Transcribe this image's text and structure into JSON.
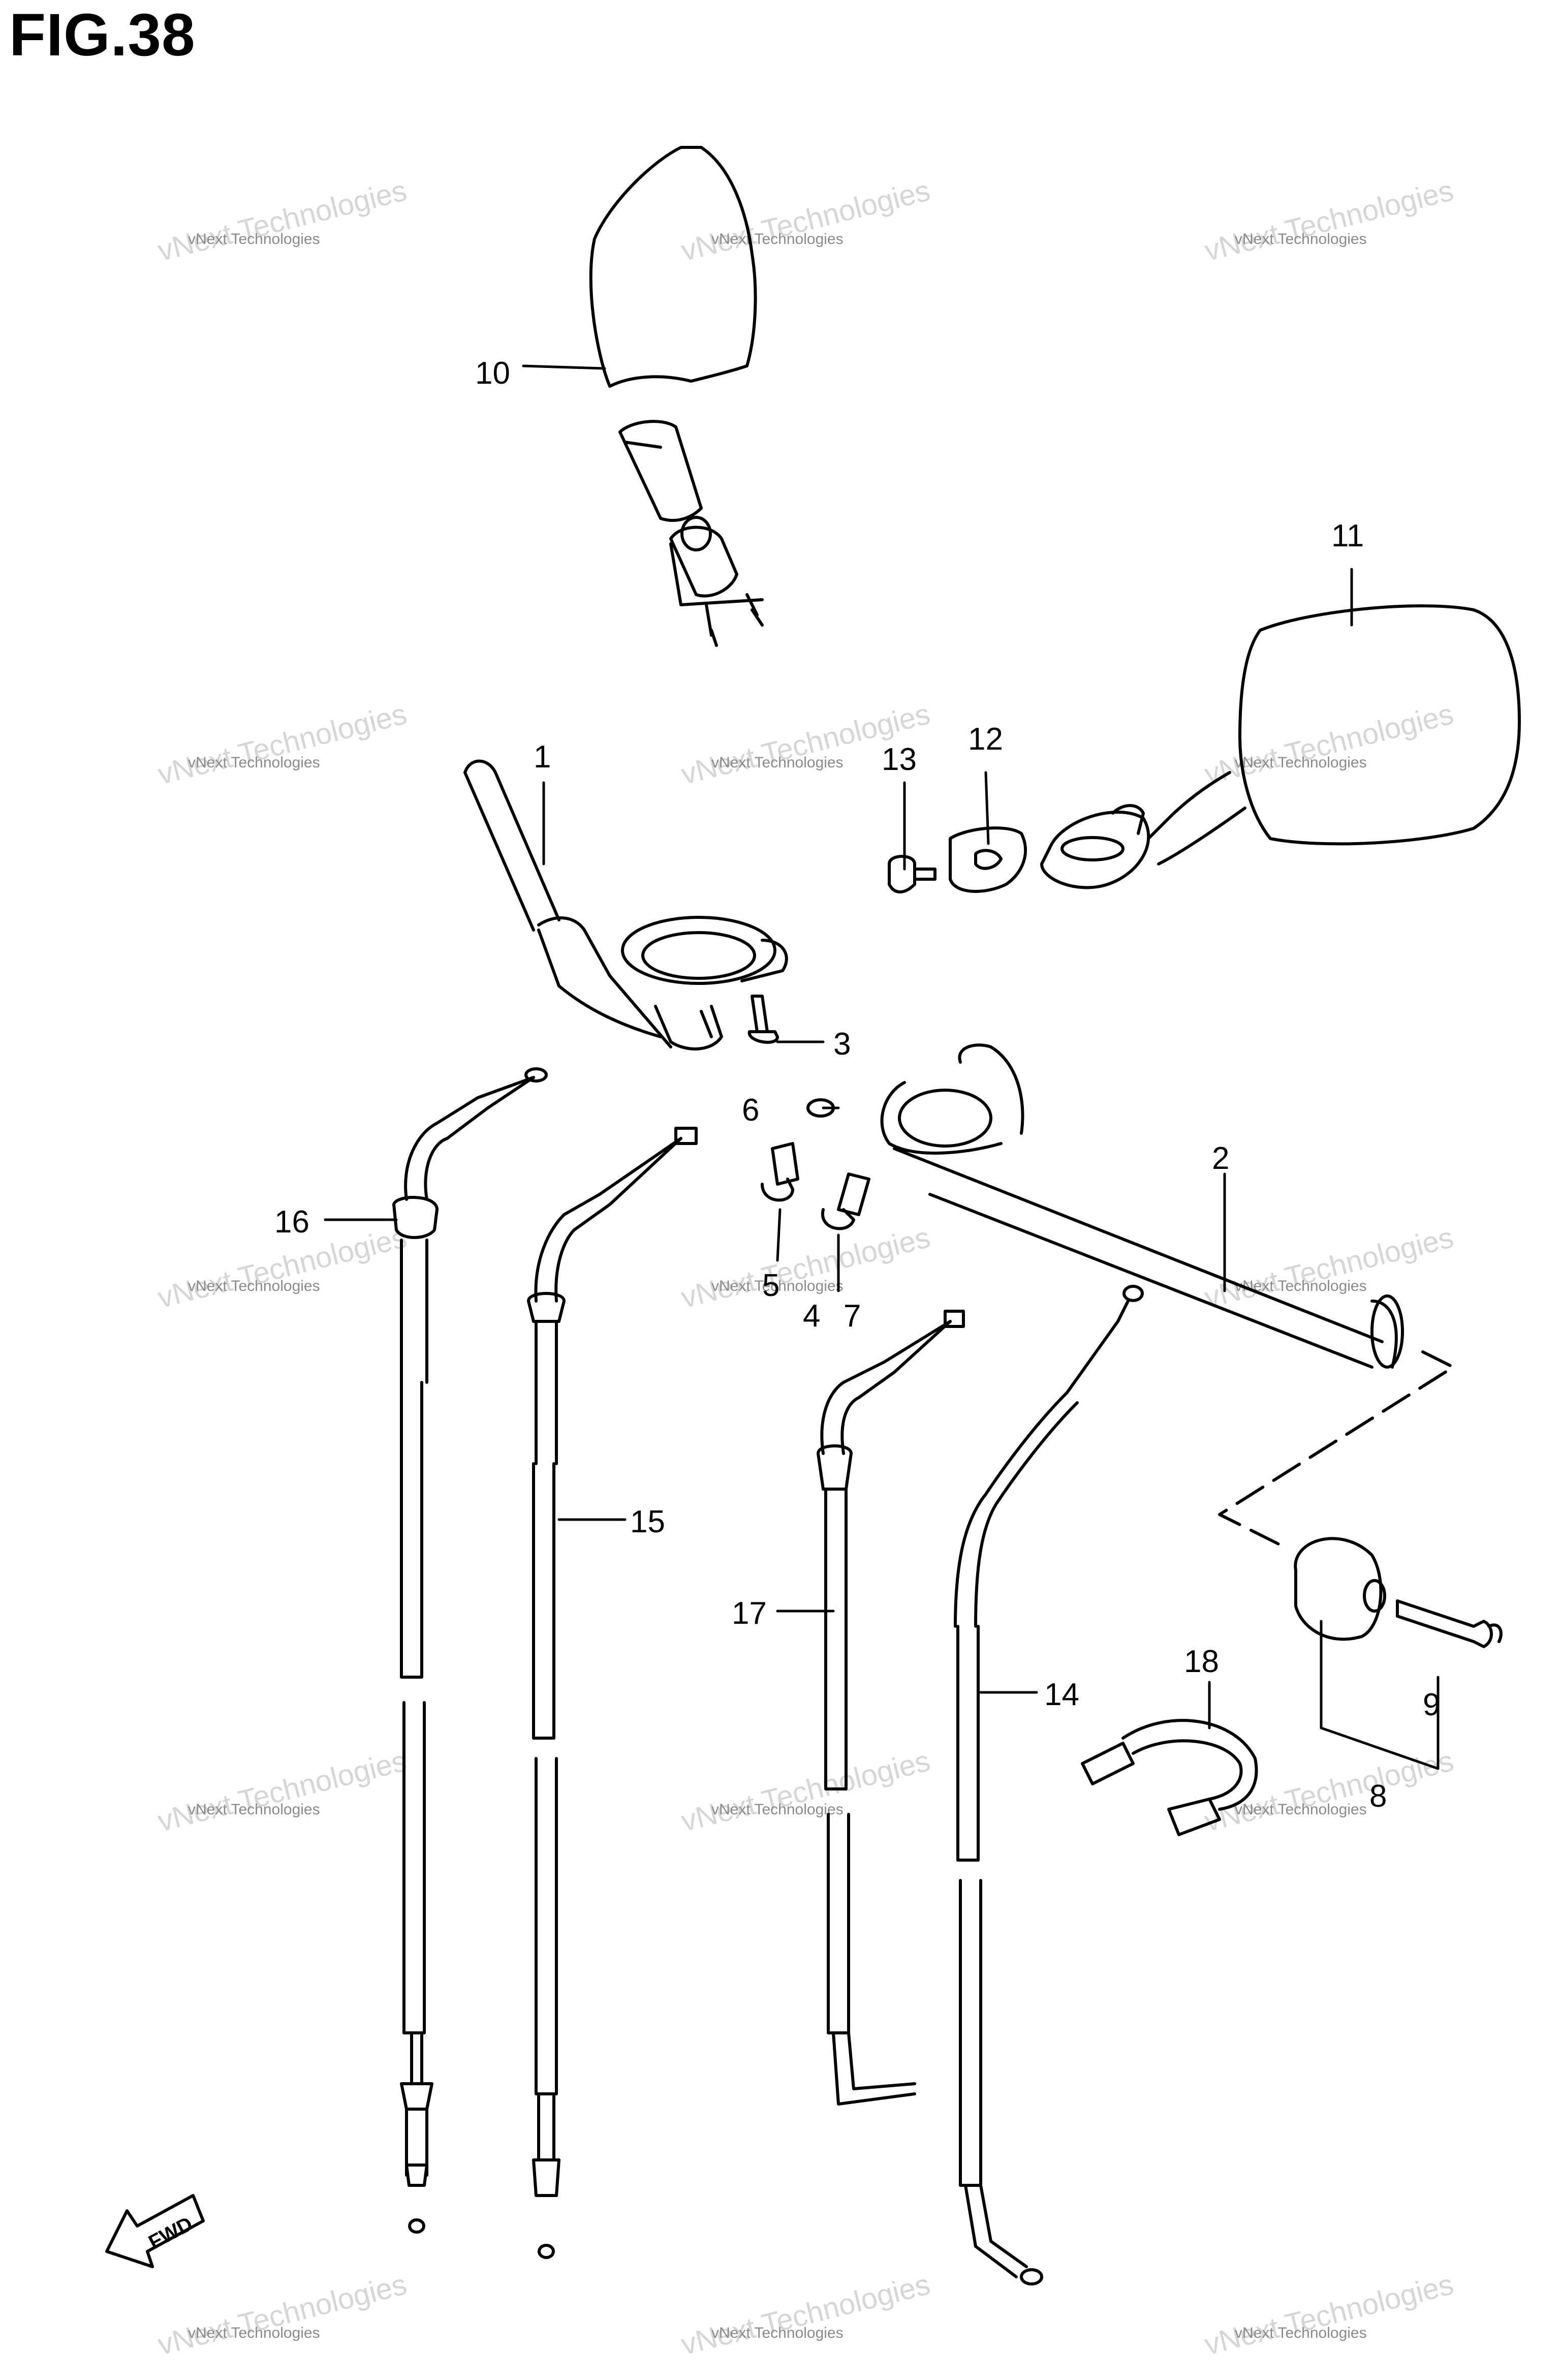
{
  "figure": {
    "title": "FIG.38"
  },
  "callouts": [
    {
      "id": "c1",
      "label": "1"
    },
    {
      "id": "c2",
      "label": "2"
    },
    {
      "id": "c3",
      "label": "3"
    },
    {
      "id": "c6",
      "label": "6"
    },
    {
      "id": "c5",
      "label": "5"
    },
    {
      "id": "c4",
      "label": "4"
    },
    {
      "id": "c7",
      "label": "7"
    },
    {
      "id": "c8",
      "label": "8"
    },
    {
      "id": "c9",
      "label": "9"
    },
    {
      "id": "c10",
      "label": "10"
    },
    {
      "id": "c11",
      "label": "11"
    },
    {
      "id": "c12",
      "label": "12"
    },
    {
      "id": "c13",
      "label": "13"
    },
    {
      "id": "c14",
      "label": "14"
    },
    {
      "id": "c15",
      "label": "15"
    },
    {
      "id": "c16",
      "label": "16"
    },
    {
      "id": "c17",
      "label": "17"
    },
    {
      "id": "c18",
      "label": "18"
    }
  ],
  "direction_marker": {
    "label": "FWD"
  },
  "watermark": {
    "small_text": "vNext Technologies",
    "big_text": "vNext Technologies"
  }
}
